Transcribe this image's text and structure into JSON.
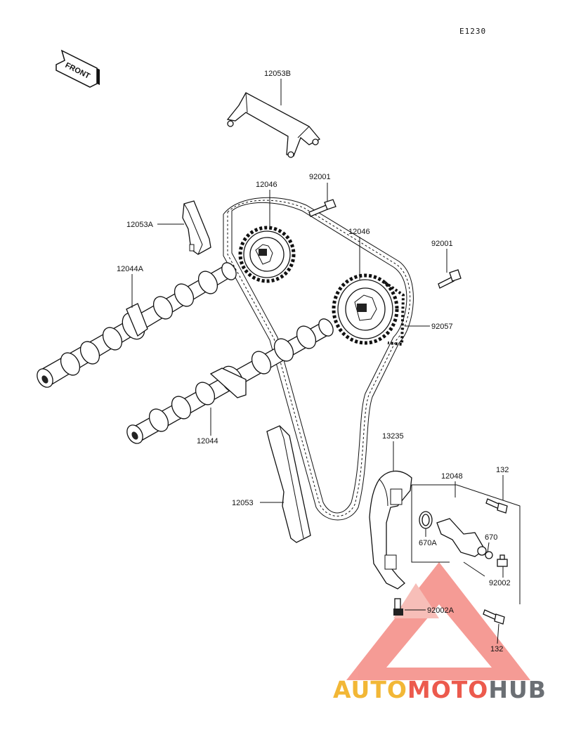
{
  "diagram": {
    "code": "E1230",
    "front_label": "FRONT",
    "parts": [
      {
        "label": "12053B"
      },
      {
        "label": "12046"
      },
      {
        "label": "92001"
      },
      {
        "label": "12053A"
      },
      {
        "label": "12046"
      },
      {
        "label": "92001"
      },
      {
        "label": "12044A"
      },
      {
        "label": "92057"
      },
      {
        "label": "12044"
      },
      {
        "label": "13235"
      },
      {
        "label": "132"
      },
      {
        "label": "12048"
      },
      {
        "label": "12053"
      },
      {
        "label": "670"
      },
      {
        "label": "670A"
      },
      {
        "label": "92002"
      },
      {
        "label": "92002A"
      },
      {
        "label": "132"
      }
    ]
  },
  "watermark": {
    "brand_part1": "AUTO",
    "brand_part2": "MOTO",
    "brand_part3": "HUB",
    "colors": {
      "auto": "#f2b736",
      "moto": "#ec5a4d",
      "hub": "#6b6f74",
      "triangle": "#ee4a40"
    }
  }
}
